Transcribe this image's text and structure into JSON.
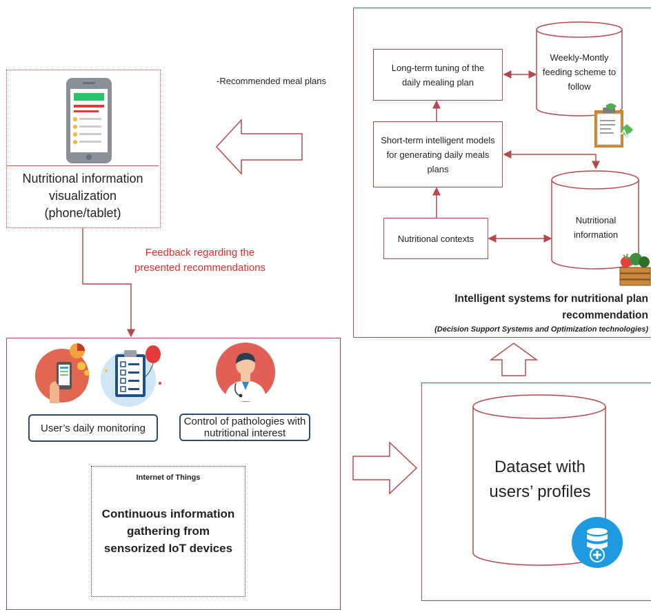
{
  "phone_panel": {
    "label": "Nutritional information visualization (phone/tablet)"
  },
  "recommended_text": "-Recommended meal plans",
  "feedback_text": "Feedback regarding the presented recommendations",
  "system_panel": {
    "long_term": "Long-term tuning of the daily mealing plan",
    "weekly": "Weekly-Montly feeding scheme to follow",
    "short_term": "Short-term intelligent models for generating daily meals plans",
    "contexts": "Nutritional contexts",
    "nutritional_info": "Nutritional information",
    "title": "Intelligent systems for nutritional plan recommendation",
    "subtitle": "(Decision Support Systems and Optimization technologies)"
  },
  "iot_panel": {
    "daily_monitoring": "User’s daily monitoring",
    "pathologies": "Control of pathologies with nutritional interest",
    "iot_label": "Internet of Things",
    "iot_text": "Continuous information gathering from sensorized IoT devices"
  },
  "dataset_panel": {
    "label": "Dataset with users’ profiles"
  },
  "icons": {
    "phone": "smartphone-icon",
    "monitoring": "hand-phone-icon",
    "checklist": "clipboard-checklist-icon",
    "doctor": "doctor-icon",
    "report": "health-report-icon",
    "crate": "vegetable-crate-icon",
    "database": "database-plus-icon"
  },
  "colors": {
    "frame": "#b5484c",
    "feedback": "#e02b2b",
    "pill_border": "#2e4a6b",
    "database_blue": "#1e9be0"
  }
}
